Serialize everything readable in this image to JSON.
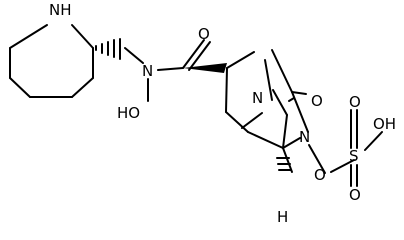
{
  "molecule": {
    "atoms": {
      "piperidine_nh": "NH",
      "amide_n": "N",
      "hydroxy": "HO",
      "carbonyl_o1": "O",
      "bridge_n": "N",
      "carbonyl_o2": "O",
      "urea_n": "N",
      "ester_o": "O",
      "sulfur": "S",
      "sulfonyl_o_top": "O",
      "sulfonyl_oh": "OH",
      "sulfonyl_o_bottom": "O",
      "stereo_h": "H"
    },
    "colors": {
      "ink": "#000000",
      "background": "#ffffff"
    }
  }
}
